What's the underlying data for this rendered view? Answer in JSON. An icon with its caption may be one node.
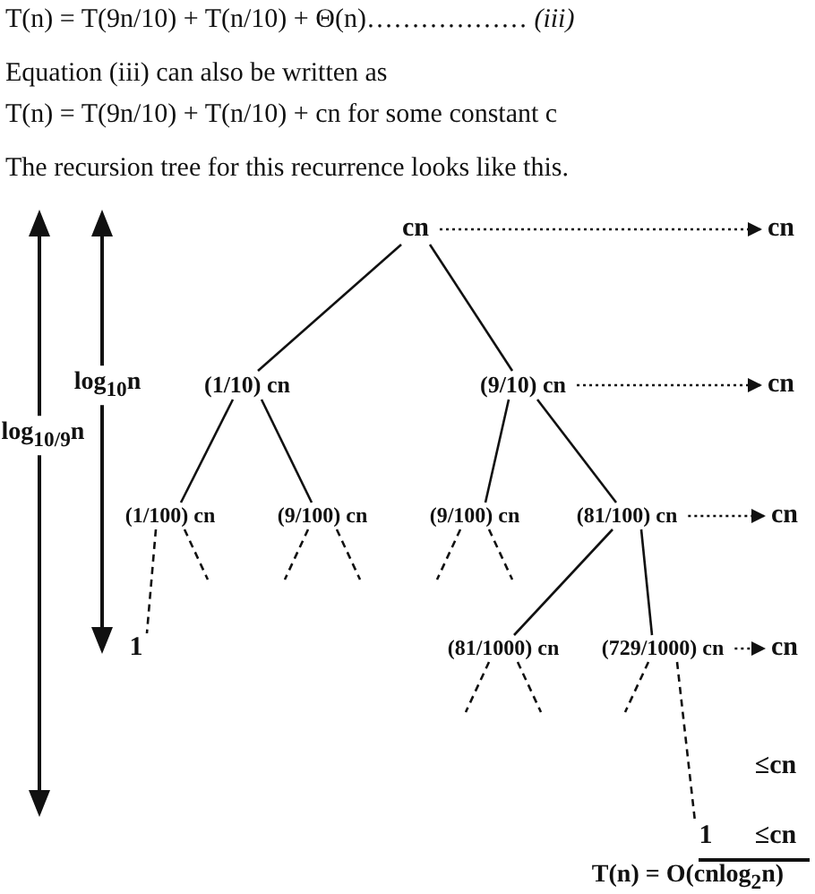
{
  "diagram": {
    "nodes": [
      {
        "text": [
          "cn"
        ]
      },
      {
        "text": [
          "(1/10) cn"
        ]
      },
      {
        "text": [
          "(9/10) cn"
        ]
      },
      {
        "text": [
          "(1/100) cn"
        ]
      },
      {
        "text": [
          "(9/100) cn"
        ]
      },
      {
        "text": [
          "(9/100) cn"
        ]
      },
      {
        "text": [
          "(81/100) cn"
        ]
      },
      {
        "text": [
          "1"
        ]
      },
      {
        "text": [
          "(81/1000) cn"
        ]
      },
      {
        "text": [
          "(729/1000) cn"
        ]
      },
      {
        "text": [
          "1"
        ]
      },
      {
        "text": [
          "cn"
        ]
      },
      {
        "text": [
          "cn"
        ]
      },
      {
        "text": [
          "cn"
        ]
      },
      {
        "text": [
          "cn"
        ]
      }
    ],
    "edges": [
      {
        "from": 0,
        "to": 1,
        "arrow": "none"
      },
      {
        "from": 0,
        "to": 2,
        "arrow": "none"
      },
      {
        "from": 1,
        "to": 3,
        "arrow": "none"
      },
      {
        "from": 1,
        "to": 4,
        "arrow": "none"
      },
      {
        "from": 2,
        "to": 5,
        "arrow": "none"
      },
      {
        "from": 2,
        "to": 6,
        "arrow": "none"
      },
      {
        "from": 3,
        "to": 7,
        "arrow": "none",
        "style": "dashed"
      },
      {
        "from": 3,
        "to": null,
        "arrow": "none",
        "style": "dashed"
      },
      {
        "from": 4,
        "to": null,
        "arrow": "none",
        "style": "dashed"
      },
      {
        "from": 4,
        "to": null,
        "arrow": "none",
        "style": "dashed"
      },
      {
        "from": 5,
        "to": null,
        "arrow": "none",
        "style": "dashed"
      },
      {
        "from": 5,
        "to": null,
        "arrow": "none",
        "style": "dashed"
      },
      {
        "from": 6,
        "to": 8,
        "arrow": "none"
      },
      {
        "from": 6,
        "to": 9,
        "arrow": "none"
      },
      {
        "from": 8,
        "to": null,
        "arrow": "none",
        "style": "dashed"
      },
      {
        "from": 8,
        "to": null,
        "arrow": "none",
        "style": "dashed"
      },
      {
        "from": 9,
        "to": null,
        "arrow": "none",
        "style": "dashed"
      },
      {
        "from": 9,
        "to": 10,
        "arrow": "none",
        "style": "dashed"
      },
      {
        "from": 0,
        "to": 11,
        "arrow": "to",
        "style": "dashed"
      },
      {
        "from": 2,
        "to": 12,
        "arrow": "to",
        "style": "dashed"
      },
      {
        "from": 6,
        "to": 13,
        "arrow": "to",
        "style": "dashed"
      },
      {
        "from": 9,
        "to": 14,
        "arrow": "to",
        "style": "dashed"
      }
    ],
    "labels": [
      "T(n) = T(9n/10) + T(n/10) + Θ(n)……………… *(iii)*",
      "Equation (iii) can also be written as",
      "T(n) = T(9n/10) + T(n/10) + cn for some constant c",
      "The recursion tree for this recurrence looks like this.",
      "log$_{10}$n",
      "log$_{10/9}$n",
      "≤cn",
      "≤cn",
      "T(n) = O(cnlog$_{2}$n)"
    ]
  }
}
